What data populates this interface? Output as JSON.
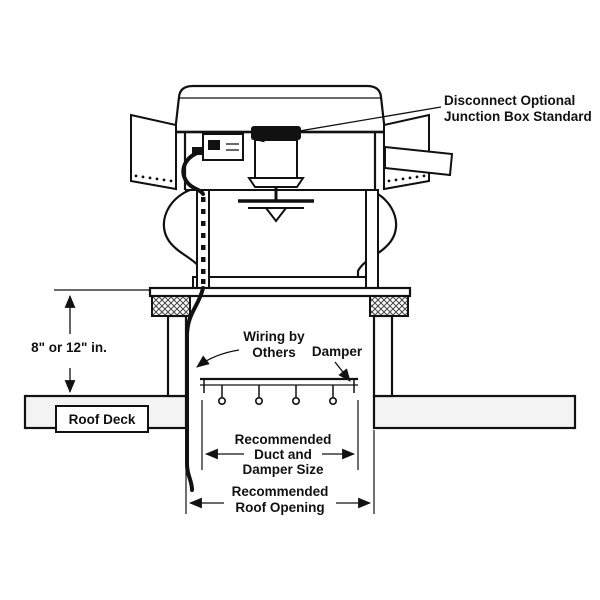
{
  "diagram": {
    "colors": {
      "line": "#111111",
      "deck_fill": "#f3f3f3",
      "background": "#ffffff"
    },
    "labels": {
      "disconnect_line1": "Disconnect Optional",
      "disconnect_line2": "Junction Box Standard",
      "height_dim": "8\" or 12\" in.",
      "wiring_line1": "Wiring by",
      "wiring_line2": "Others",
      "damper": "Damper",
      "roof_deck": "Roof Deck",
      "duct_dim_line1": "Recommended",
      "duct_dim_line2": "Duct and",
      "duct_dim_line3": "Damper Size",
      "opening_dim_line1": "Recommended",
      "opening_dim_line2": "Roof Opening"
    }
  }
}
